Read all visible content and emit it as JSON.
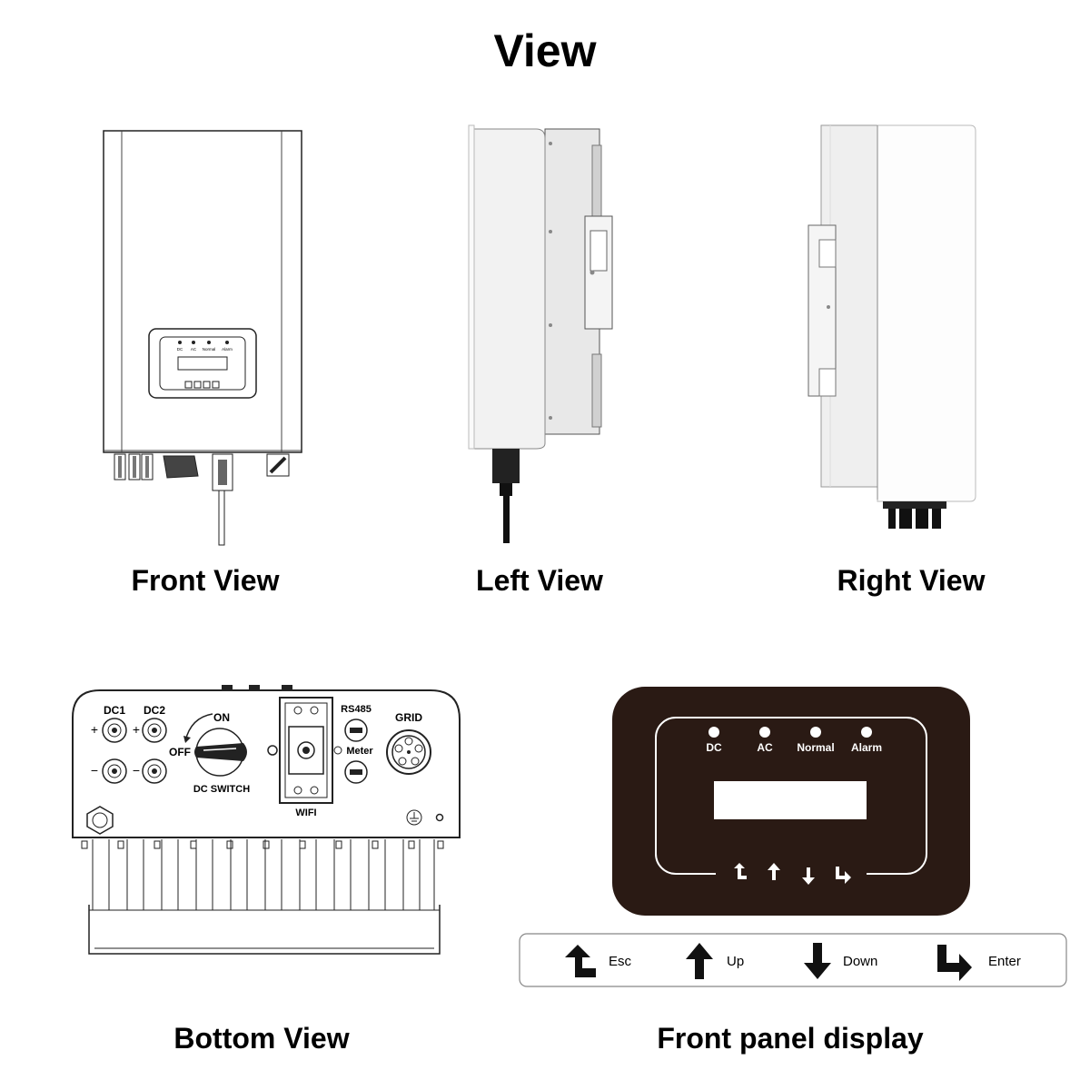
{
  "page": {
    "title": "View"
  },
  "captions": {
    "front": "Front View",
    "left": "Left View",
    "right": "Right View",
    "bottom": "Bottom View",
    "panel": "Front panel display"
  },
  "bottom_view": {
    "dc1": "DC1",
    "dc2": "DC2",
    "on": "ON",
    "off": "OFF",
    "dc_switch": "DC SWITCH",
    "rs485": "RS485",
    "meter": "Meter",
    "wifi": "WIFI",
    "grid": "GRID",
    "plus": "+",
    "minus": "−"
  },
  "panel": {
    "leds": [
      "DC",
      "AC",
      "Normal",
      "Alarm"
    ],
    "legend": [
      {
        "icon": "esc-arrow-icon",
        "label": "Esc"
      },
      {
        "icon": "up-arrow-icon",
        "label": "Up"
      },
      {
        "icon": "down-arrow-icon",
        "label": "Down"
      },
      {
        "icon": "enter-arrow-icon",
        "label": "Enter"
      }
    ]
  },
  "front_view": {
    "leds": [
      "DC",
      "AC",
      "Normal",
      "Alarm"
    ]
  },
  "colors": {
    "panel_bg": "#2a1a14",
    "line": "#222222"
  }
}
